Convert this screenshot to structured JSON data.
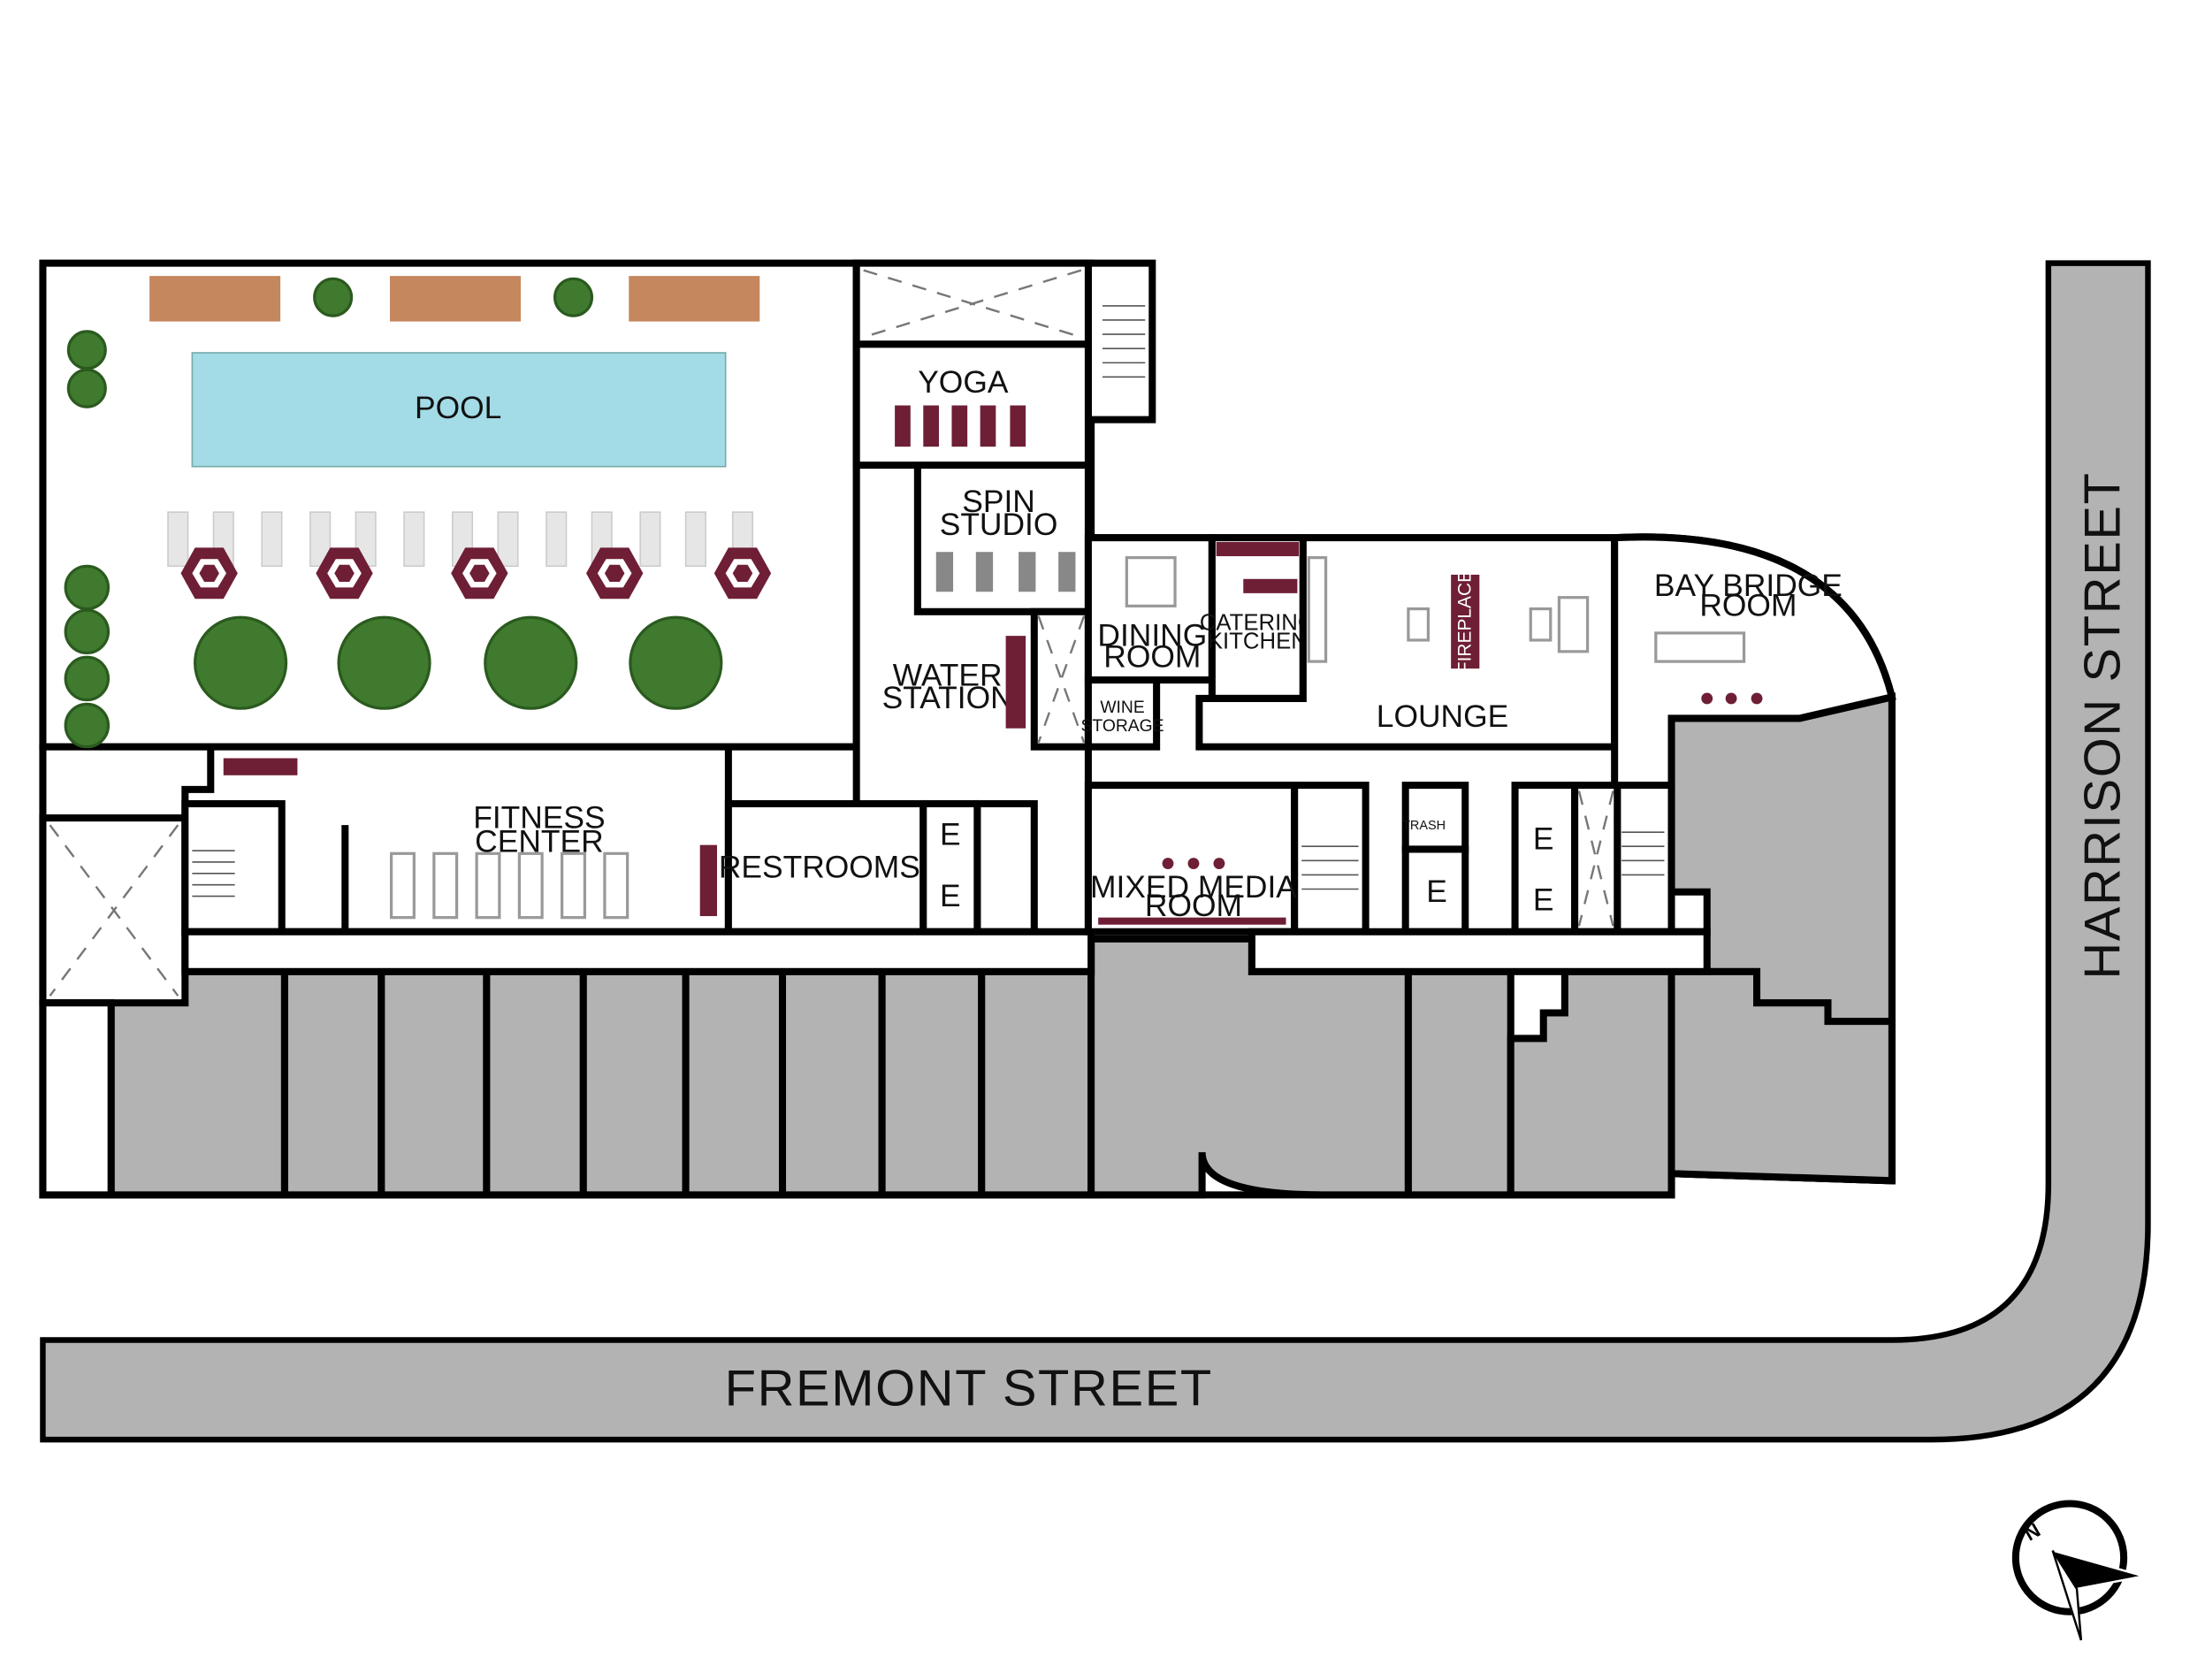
{
  "colors": {
    "pool": "#a3dbe6",
    "accent": "#6e1f35",
    "unit_fill": "#b3b3b3",
    "lounger": "#c5875d",
    "tree": "#3f7a2e"
  },
  "streets": {
    "fremont": "FREMONT STREET",
    "harrison": "HARRISON STREET"
  },
  "rooms": {
    "pool": "POOL",
    "yoga": "YOGA",
    "spin_1": "SPIN",
    "spin_2": "STUDIO",
    "water_1": "WATER",
    "water_2": "STATION",
    "dining_1": "DINING",
    "dining_2": "ROOM",
    "catering_1": "CATERING",
    "catering_2": "KITCHEN",
    "wine_1": "WINE",
    "wine_2": "STORAGE",
    "fireplace": "FIREPLACE",
    "lounge": "LOUNGE",
    "bay_1": "BAY BRIDGE",
    "bay_2": "ROOM",
    "fitness_1": "FITNESS",
    "fitness_2": "CENTER",
    "restrooms": "RESTROOMS",
    "mixed_1": "MIXED MEDIA",
    "mixed_2": "ROOM",
    "trash": "TRASH",
    "elevator": "E"
  },
  "compass": {
    "north": "N",
    "icon": "compass-icon"
  }
}
